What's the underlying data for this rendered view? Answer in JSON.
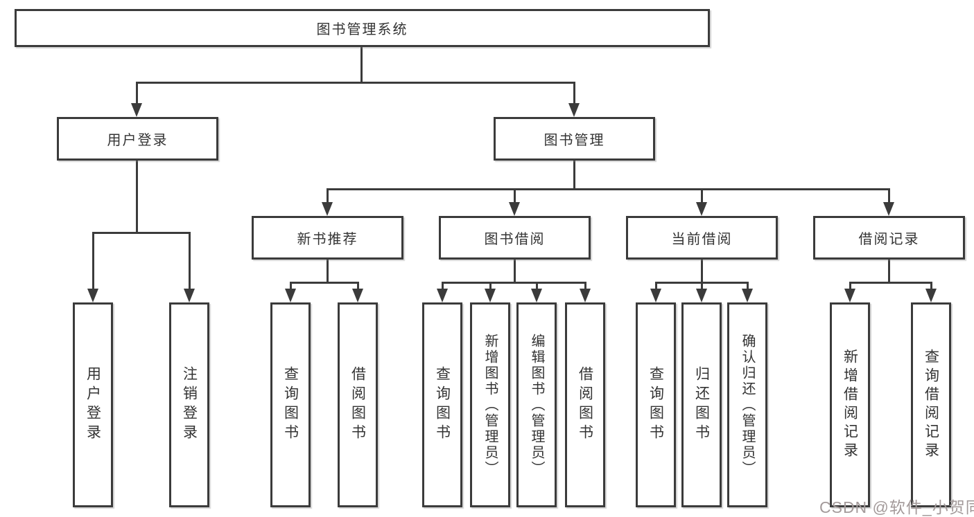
{
  "nodes": {
    "root": "图书管理系统",
    "level2": [
      "用户登录",
      "图书管理"
    ],
    "level3": [
      "新书推荐",
      "图书借阅",
      "当前借阅",
      "借阅记录"
    ],
    "leaves_login": [
      "用户登录",
      "注销登录"
    ],
    "leaves_newbook": [
      "查询图书",
      "借阅图书"
    ],
    "leaves_bookborrow": [
      "查询图书",
      "新增图书（管理员）",
      "编辑图书（管理员）",
      "借阅图书"
    ],
    "leaves_current": [
      "查询图书",
      "归还图书",
      "确认归还（管理员）"
    ],
    "leaves_records": [
      "新增借阅记录",
      "查询借阅记录"
    ]
  },
  "watermark": "CSDN @软件_小贺同学",
  "colors": {
    "line": "#3b3b3b",
    "text": "#333333",
    "background": "#ffffff",
    "watermark": "#a39a9a"
  }
}
